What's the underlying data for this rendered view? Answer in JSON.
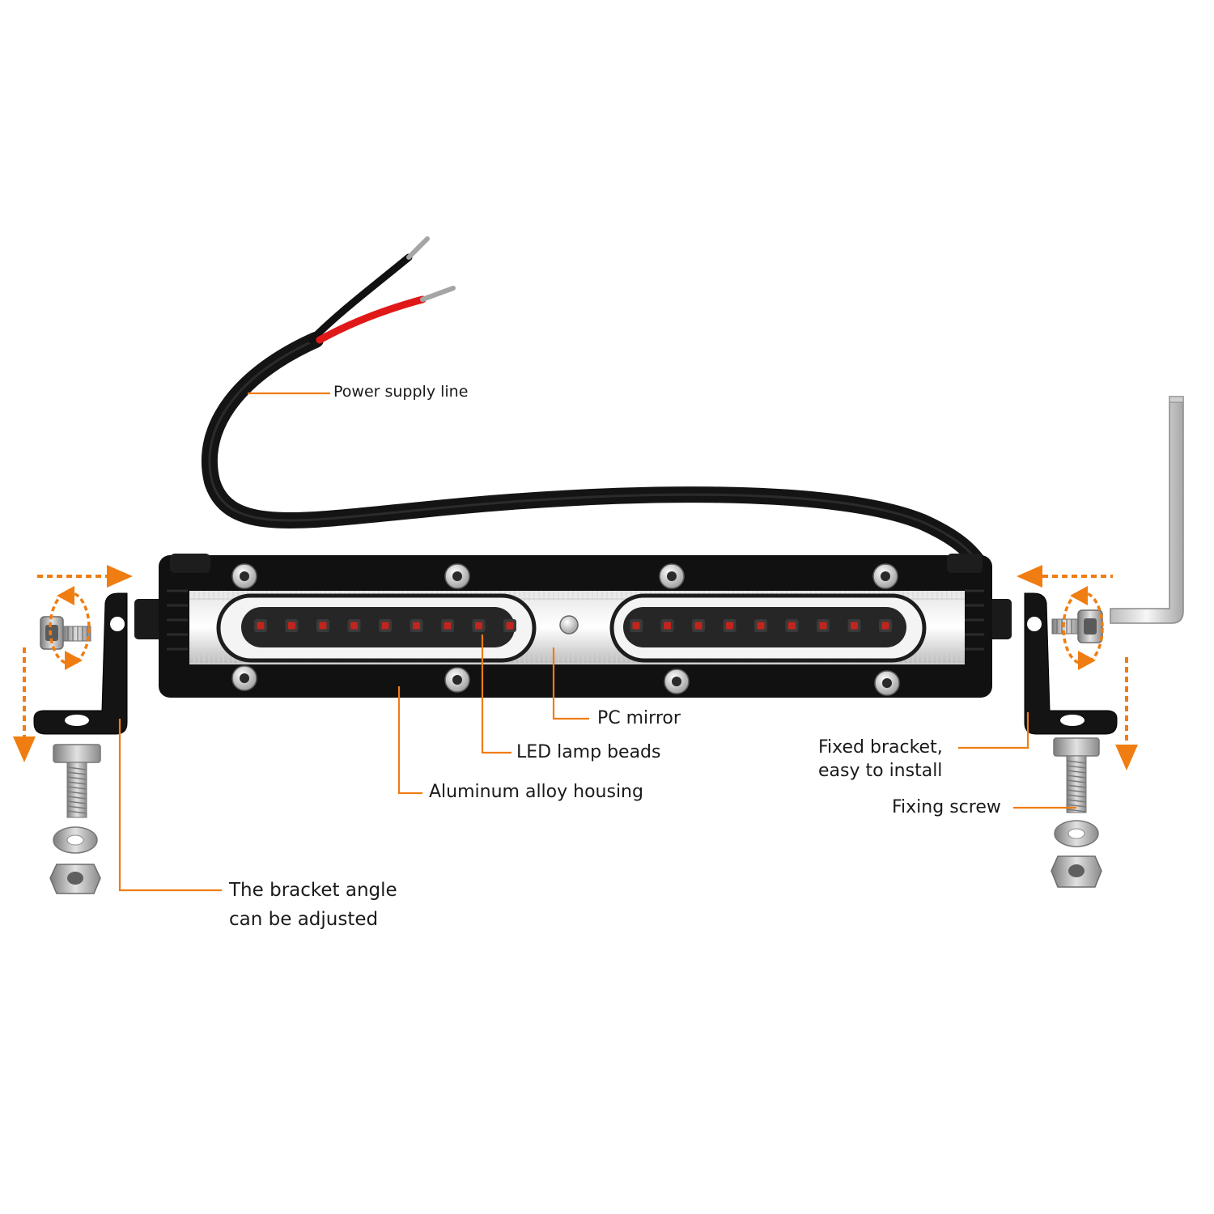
{
  "labels": {
    "power_supply_line": "Power supply line",
    "pc_mirror": "PC mirror",
    "led_lamp_beads": "LED lamp beads",
    "aluminum_housing": "Aluminum alloy housing",
    "fixed_bracket_line1": "Fixed bracket,",
    "fixed_bracket_line2": "easy to install",
    "fixing_screw": "Fixing screw",
    "bracket_angle_line1": "The bracket angle",
    "bracket_angle_line2": "can be adjusted"
  },
  "colors": {
    "accent": "#f07d12",
    "bar_body": "#111111",
    "cable": "#161616",
    "wire_red": "#e01818",
    "led": "#c2241e"
  }
}
